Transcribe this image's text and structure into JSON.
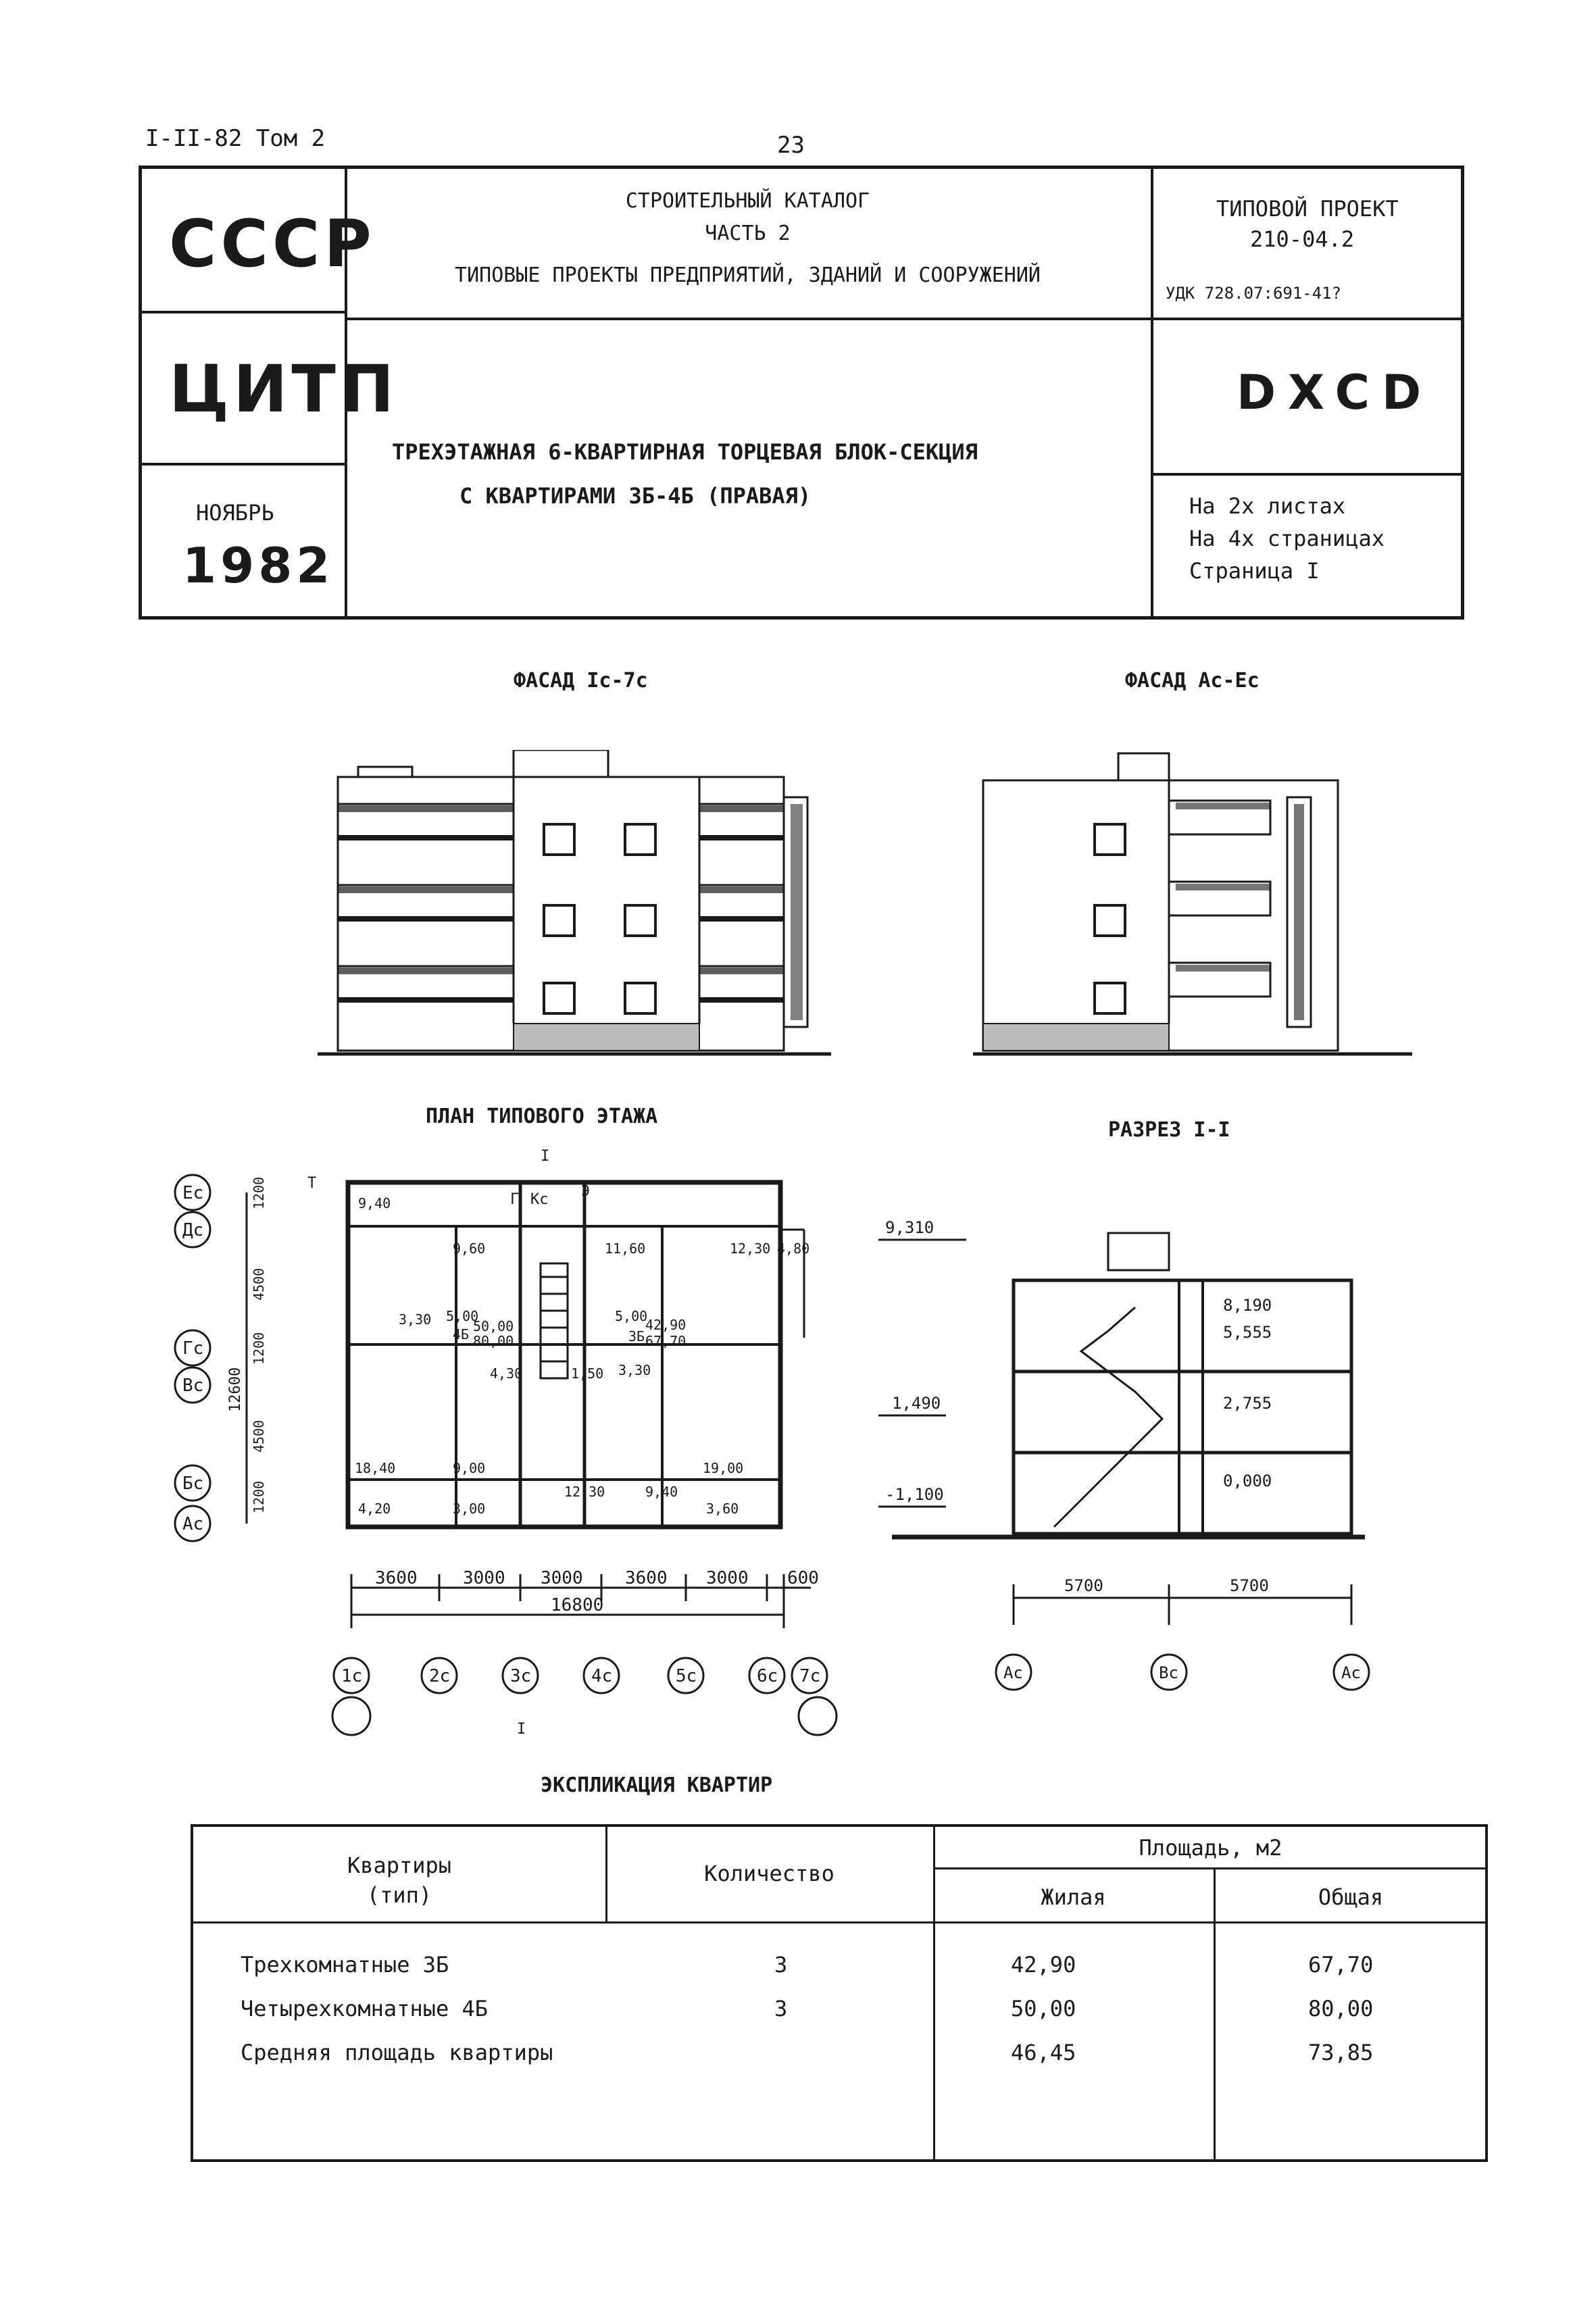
{
  "header": {
    "series": "I-II-82 Том 2",
    "page_number": "23",
    "org_1": "СССР",
    "org_2": "ЦИТП",
    "month": "НОЯБРЬ",
    "year": "1982",
    "catalog_line1": "СТРОИТЕЛЬНЫЙ КАТАЛОГ",
    "catalog_line2": "ЧАСТЬ 2",
    "catalog_line3": "ТИПОВЫЕ ПРОЕКТЫ ПРЕДПРИЯТИЙ, ЗДАНИЙ И СООРУЖЕНИЙ",
    "project_label": "ТИПОВОЙ ПРОЕКТ",
    "project_number": "210-04.2",
    "udk": "УДК 728.07:691-41?",
    "code": "DXCD",
    "title_line1": "ТРЕХЭТАЖНАЯ 6-КВАРТИРНАЯ ТОРЦЕВАЯ БЛОК-СЕКЦИЯ",
    "title_line2": "С КВАРТИРАМИ 3Б-4Б (ПРАВАЯ)",
    "sheets": "На 2х листах",
    "pages": "На 4х страницах",
    "page_label": "Страница I"
  },
  "drawings": {
    "facade_1": "ФАСАД Iс-7с",
    "facade_2": "ФАСАД Ас-Ес",
    "plan": "ПЛАН ТИПОВОГО ЭТАЖА",
    "section": "РАЗРЕЗ I-I",
    "section_marks": [
      "9,310",
      "8,190",
      "5,555",
      "2,755",
      "0,000",
      "1,490",
      "-1,100"
    ],
    "section_dims": [
      "5700",
      "5700"
    ],
    "section_axes": [
      "Ас",
      "Вс",
      "Ас"
    ],
    "plan_axes_left": [
      "Ес",
      "Дс",
      "Гс",
      "Вс",
      "Бс",
      "Ас"
    ],
    "plan_axes_bottom": [
      "1с",
      "2с",
      "3с",
      "4с",
      "5с",
      "6с",
      "7с"
    ],
    "plan_dims_bottom": [
      "3600",
      "3000",
      "3000",
      "3600",
      "3000",
      "600"
    ],
    "plan_total_width": "16800",
    "plan_dims_left": [
      "1200",
      "4500",
      "1200",
      "4500",
      "1200"
    ],
    "plan_total_depth": "12600",
    "plan_areas": [
      "9,40",
      "9,60",
      "11,60",
      "12,30",
      "4,80",
      "3,30",
      "5,00",
      "4Б",
      "50,00",
      "80,00",
      "3Б",
      "42,90",
      "67,70",
      "5,00",
      "4,30",
      "1,50",
      "3,30",
      "18,40",
      "9,00",
      "12,30",
      "9,40",
      "19,00",
      "4,20",
      "3,00",
      "3,60"
    ],
    "plan_marks": [
      "I",
      "I",
      "Г",
      "Кс",
      "Э",
      "Т"
    ]
  },
  "explication": {
    "title": "ЭКСПЛИКАЦИЯ КВАРТИР",
    "col_type": "Квартиры\n(тип)",
    "col_count": "Количество",
    "col_area": "Площадь, м2",
    "col_living": "Жилая",
    "col_total": "Общая",
    "rows": [
      {
        "name": "Трехкомнатные 3Б",
        "count": "3",
        "living": "42,90",
        "total": "67,70"
      },
      {
        "name": "Четырехкомнатные 4Б",
        "count": "3",
        "living": "50,00",
        "total": "80,00"
      },
      {
        "name": "Средняя площадь квартиры",
        "count": "",
        "living": "46,45",
        "total": "73,85"
      }
    ]
  }
}
